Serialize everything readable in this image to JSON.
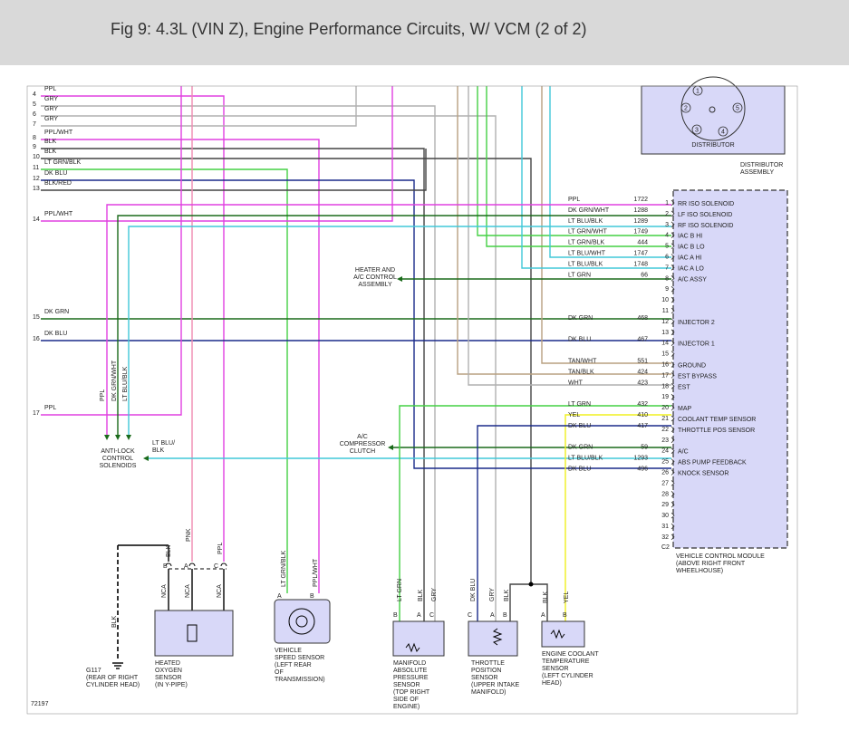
{
  "header": {
    "title": "Fig 9: 4.3L (VIN Z), Engine Performance Circuits, W/ VCM (2 of 2)"
  },
  "colors": {
    "ppl": "#e040e0",
    "gry": "#b0b0b0",
    "blk": "#444444",
    "ltgrn": "#44d044",
    "dkblu": "#1a2a8a",
    "dkgrn": "#1a6a1a",
    "ltblu": "#40c8d8",
    "yel": "#f0f020",
    "tan": "#b8a080",
    "pnk": "#f08ab0",
    "vcm_fill": "#d8d8f8"
  },
  "left_wires": [
    {
      "num": "4",
      "label": "PPL"
    },
    {
      "num": "5",
      "label": "GRY"
    },
    {
      "num": "6",
      "label": "GRY"
    },
    {
      "num": "7",
      "label": "GRY"
    },
    {
      "num": "8",
      "label": "PPL/WHT"
    },
    {
      "num": "9",
      "label": "BLK"
    },
    {
      "num": "10",
      "label": "BLK"
    },
    {
      "num": "11",
      "label": "LT GRN/BLK"
    },
    {
      "num": "12",
      "label": "DK BLU"
    },
    {
      "num": "13",
      "label": "BLK/RED"
    },
    {
      "num": "14",
      "label": "PPL/WHT"
    },
    {
      "num": "15",
      "label": "DK GRN"
    },
    {
      "num": "16",
      "label": "DK BLU"
    },
    {
      "num": "17",
      "label": "PPL"
    }
  ],
  "vcm_pins": [
    {
      "pin": "1",
      "label": "RR ISO SOLENOID",
      "wire": "PPL",
      "circuit": "1722"
    },
    {
      "pin": "2",
      "label": "LF ISO SOLENOID",
      "wire": "DK GRN/WHT",
      "circuit": "1288"
    },
    {
      "pin": "3",
      "label": "RF ISO SOLENOID",
      "wire": "LT BLU/BLK",
      "circuit": "1289"
    },
    {
      "pin": "4",
      "label": "IAC B HI",
      "wire": "LT GRN/WHT",
      "circuit": "1749"
    },
    {
      "pin": "5",
      "label": "IAC B LO",
      "wire": "LT GRN/BLK",
      "circuit": "444"
    },
    {
      "pin": "6",
      "label": "IAC A HI",
      "wire": "LT BLU/WHT",
      "circuit": "1747"
    },
    {
      "pin": "7",
      "label": "IAC A LO",
      "wire": "LT BLU/BLK",
      "circuit": "1748"
    },
    {
      "pin": "8",
      "label": "A/C ASSY",
      "wire": "LT GRN",
      "circuit": "66"
    },
    {
      "pin": "9",
      "label": "",
      "wire": "",
      "circuit": ""
    },
    {
      "pin": "10",
      "label": "",
      "wire": "",
      "circuit": ""
    },
    {
      "pin": "11",
      "label": "",
      "wire": "",
      "circuit": ""
    },
    {
      "pin": "12",
      "label": "INJECTOR 2",
      "wire": "DK GRN",
      "circuit": "468"
    },
    {
      "pin": "13",
      "label": "",
      "wire": "",
      "circuit": ""
    },
    {
      "pin": "14",
      "label": "INJECTOR 1",
      "wire": "DK BLU",
      "circuit": "467"
    },
    {
      "pin": "15",
      "label": "",
      "wire": "",
      "circuit": ""
    },
    {
      "pin": "16",
      "label": "GROUND",
      "wire": "TAN/WHT",
      "circuit": "551"
    },
    {
      "pin": "17",
      "label": "EST BYPASS",
      "wire": "TAN/BLK",
      "circuit": "424"
    },
    {
      "pin": "18",
      "label": "EST",
      "wire": "WHT",
      "circuit": "423"
    },
    {
      "pin": "19",
      "label": "",
      "wire": "",
      "circuit": ""
    },
    {
      "pin": "20",
      "label": "MAP",
      "wire": "LT GRN",
      "circuit": "432"
    },
    {
      "pin": "21",
      "label": "COOLANT TEMP SENSOR",
      "wire": "YEL",
      "circuit": "410"
    },
    {
      "pin": "22",
      "label": "THROTTLE POS SENSOR",
      "wire": "DK BLU",
      "circuit": "417"
    },
    {
      "pin": "23",
      "label": "",
      "wire": "",
      "circuit": ""
    },
    {
      "pin": "24",
      "label": "A/C",
      "wire": "DK GRN",
      "circuit": "59"
    },
    {
      "pin": "25",
      "label": "ABS PUMP FEEDBACK",
      "wire": "LT BLU/BLK",
      "circuit": "1293"
    },
    {
      "pin": "26",
      "label": "KNOCK SENSOR",
      "wire": "DK BLU",
      "circuit": "496"
    },
    {
      "pin": "27",
      "label": "",
      "wire": "",
      "circuit": ""
    },
    {
      "pin": "28",
      "label": "",
      "wire": "",
      "circuit": ""
    },
    {
      "pin": "29",
      "label": "",
      "wire": "",
      "circuit": ""
    },
    {
      "pin": "30",
      "label": "",
      "wire": "",
      "circuit": ""
    },
    {
      "pin": "31",
      "label": "",
      "wire": "",
      "circuit": ""
    },
    {
      "pin": "32",
      "label": "",
      "wire": "",
      "circuit": ""
    }
  ],
  "labels": {
    "distributor": "DISTRIBUTOR",
    "distributor_assembly": [
      "DISTRIBUTOR",
      "ASSEMBLY"
    ],
    "dist_pins": [
      "1",
      "2",
      "3",
      "4",
      "5"
    ],
    "heater_ac": [
      "HEATER AND",
      "A/C CONTROL",
      "ASSEMBLY"
    ],
    "ac_clutch": [
      "A/C",
      "COMPRESSOR",
      "CLUTCH"
    ],
    "abs_solenoids": [
      "ANTI-LOCK",
      "CONTROL",
      "SOLENOIDS"
    ],
    "ltblu_blk": [
      "LT BLU/",
      "BLK"
    ],
    "vert_ppl": "PPL",
    "vert_dkgrnwht": "DK GRN/WHT",
    "vert_ltblublk": "LT BLU/BLK",
    "vcm": [
      "VEHICLE CONTROL MODULE",
      "(ABOVE RIGHT FRONT",
      "WHEELHOUSE)"
    ],
    "c2": "C2",
    "ho2s": [
      "HEATED",
      "OXYGEN",
      "SENSOR",
      "(IN Y-PIPE)"
    ],
    "vss": [
      "VEHICLE",
      "SPEED SENSOR",
      "(LEFT REAR",
      "OF",
      "TRANSMISSION)"
    ],
    "map": [
      "MANIFOLD",
      "ABSOLUTE",
      "PRESSURE",
      "SENSOR",
      "(TOP RIGHT",
      "SIDE OF",
      "ENGINE)"
    ],
    "tps": [
      "THROTTLE",
      "POSITION",
      "SENSOR",
      "(UPPER INTAKE",
      "MANIFOLD)"
    ],
    "ect": [
      "ENGINE COOLANT",
      "TEMPERATURE",
      "SENSOR",
      "(LEFT CYLINDER",
      "HEAD)"
    ],
    "g117": [
      "G117",
      "(REAR OF RIGHT",
      "CYLINDER HEAD)"
    ],
    "ho2s_wires": {
      "blk": "BLK",
      "pnk": "PNK",
      "ppl": "PPL",
      "blk2": "BLK"
    },
    "ho2s_pins": {
      "b": "B",
      "a": "A",
      "c": "C"
    },
    "nca": "NCA",
    "vss_wires": {
      "ltgrnblk": "LT GRN/BLK",
      "pplwht": "PPL/WHT"
    },
    "vss_pins": {
      "a": "A",
      "b": "B"
    },
    "map_wires": {
      "ltgrn": "LT GRN",
      "blk": "BLK",
      "gry": "GRY"
    },
    "map_pins": {
      "b": "B",
      "a": "A",
      "c": "C"
    },
    "tps_wires": {
      "dkblu": "DK BLU",
      "gry": "GRY",
      "blk": "BLK"
    },
    "tps_pins": {
      "c": "C",
      "a": "A",
      "b": "B"
    },
    "ect_wires": {
      "blk": "BLK",
      "yel": "YEL"
    },
    "ect_pins": {
      "a": "A",
      "b": "B"
    },
    "figure_number": "72197"
  }
}
